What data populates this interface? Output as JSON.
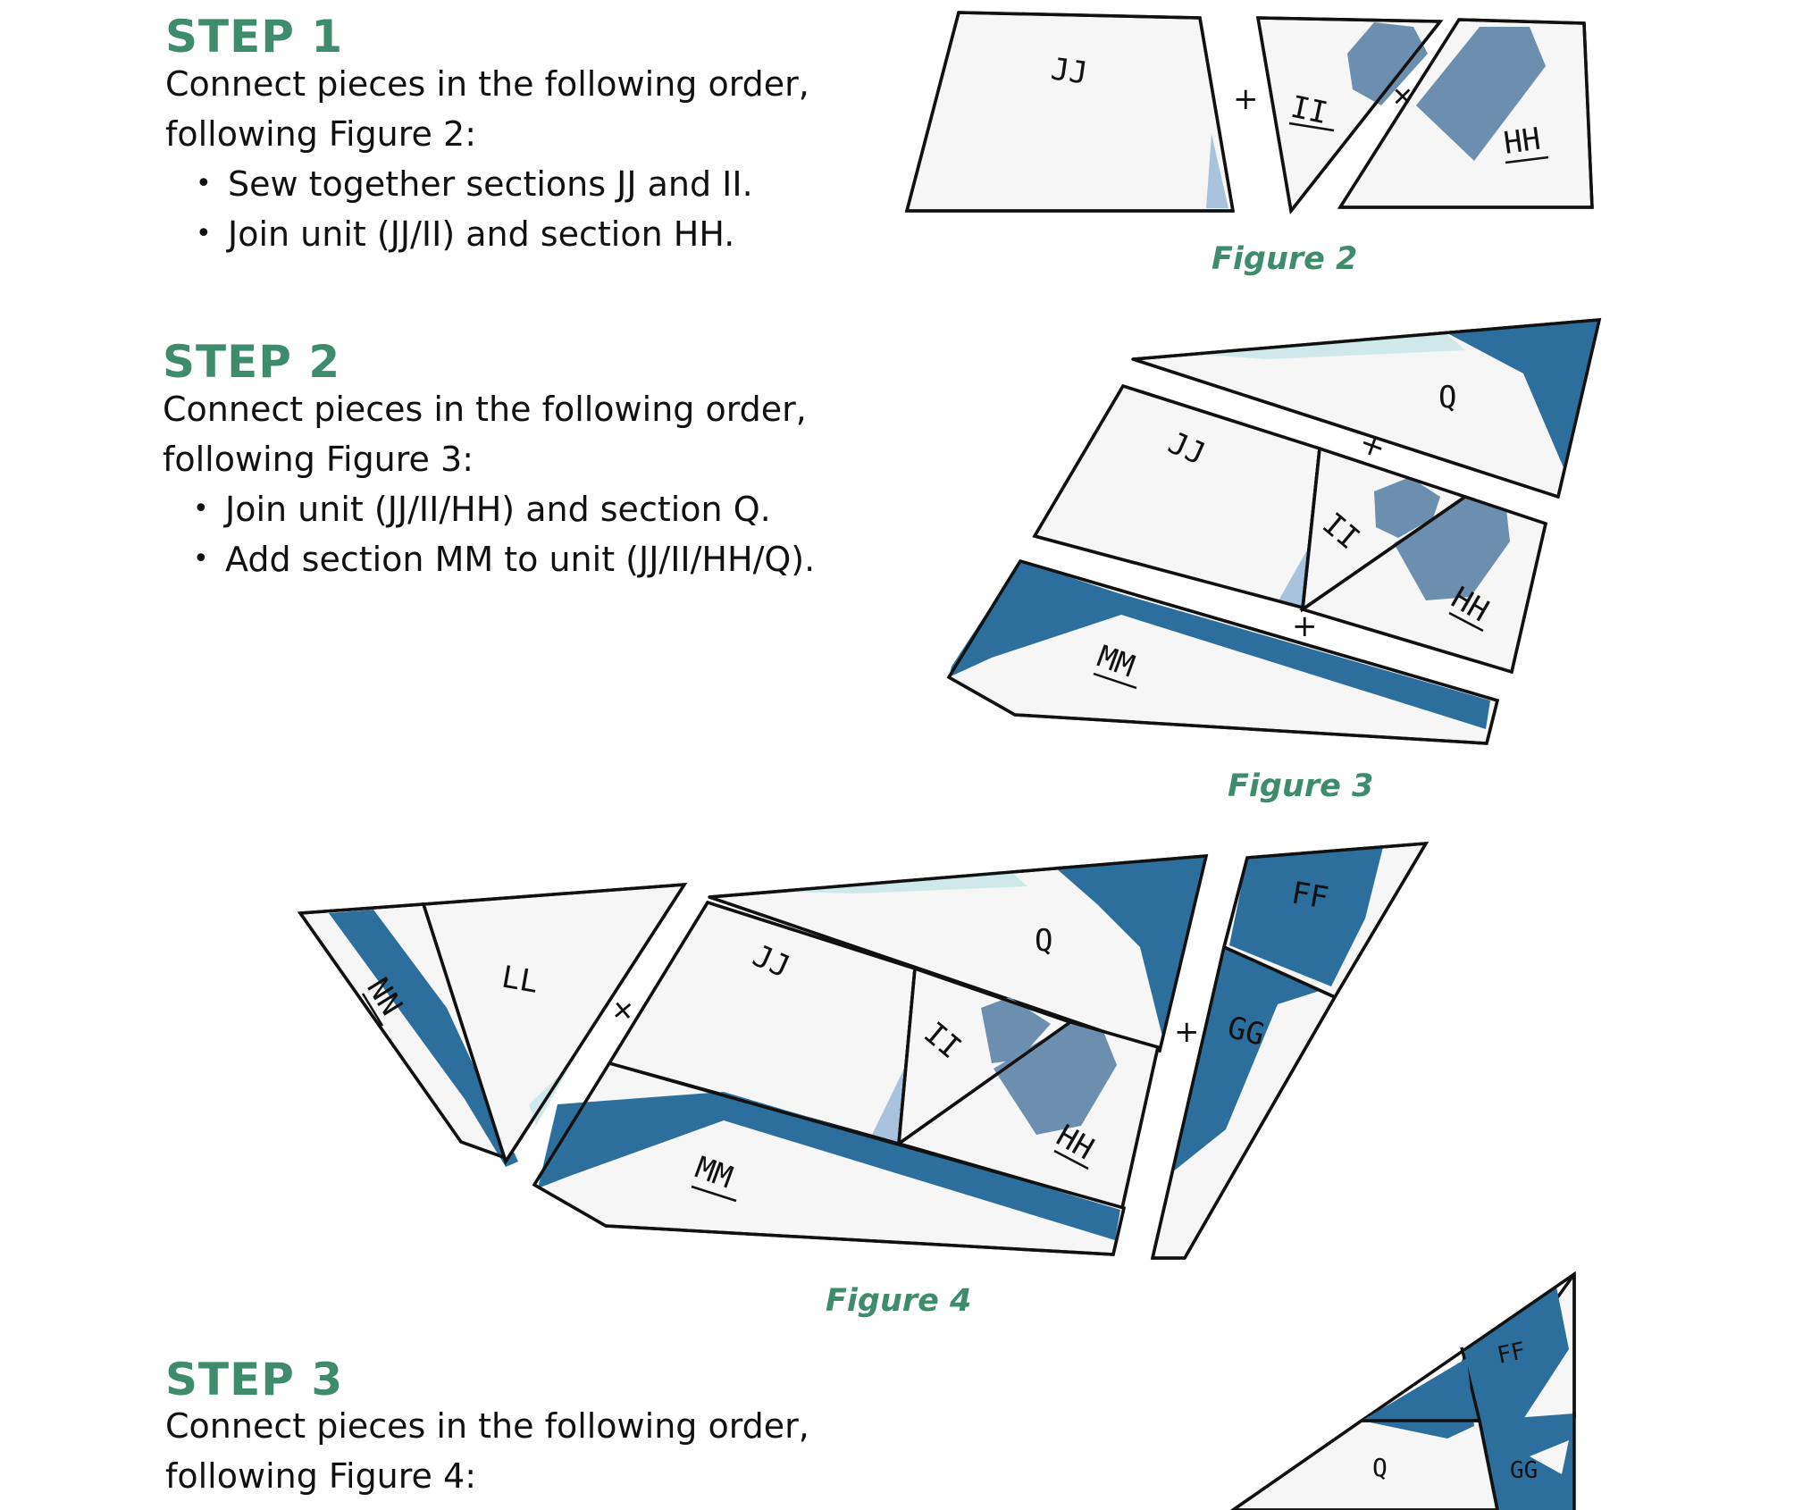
{
  "steps": [
    {
      "title": "STEP 1",
      "intro_line1": "Connect pieces in the following order,",
      "intro_line2": "following Figure 2:",
      "bullets": [
        "Sew together sections JJ and II.",
        "Join unit (JJ/II) and section HH."
      ]
    },
    {
      "title": "STEP 2",
      "intro_line1": "Connect pieces in the following order,",
      "intro_line2": "following Figure 3:",
      "bullets": [
        "Join unit (JJ/II/HH) and section Q.",
        "Add section MM to unit (JJ/II/HH/Q)."
      ]
    },
    {
      "title": "STEP 3",
      "intro_line1": "Connect pieces in the following order,",
      "intro_line2": "following Figure 4:"
    }
  ],
  "figures": [
    {
      "caption": "Figure 2",
      "labels": {
        "jj": "JJ",
        "ii": "II",
        "hh": "HH"
      },
      "plus": "+"
    },
    {
      "caption": "Figure 3",
      "labels": {
        "q": "Q",
        "jj": "JJ",
        "ii": "II",
        "hh": "HH",
        "mm": "MM"
      },
      "plus": "+"
    },
    {
      "caption": "Figure 4",
      "labels": {
        "nn": "NN",
        "ll": "LL",
        "jj": "JJ",
        "q": "Q",
        "ii": "II",
        "hh": "HH",
        "mm": "MM",
        "ff": "FF",
        "gg": "GG"
      },
      "plus": "+"
    },
    {
      "labels": {
        "ff": "FF",
        "gg": "GG",
        "q": "Q"
      }
    }
  ],
  "colors": {
    "heading": "#3e8c6c",
    "dark_blue_fabric": "#2c6f9c",
    "mid_blue_fabric": "#6c8fb0",
    "pale_blue_fabric": "#a9c3de",
    "mint_fabric": "#cfe9ea",
    "background_fabric": "#f6f6f6"
  }
}
